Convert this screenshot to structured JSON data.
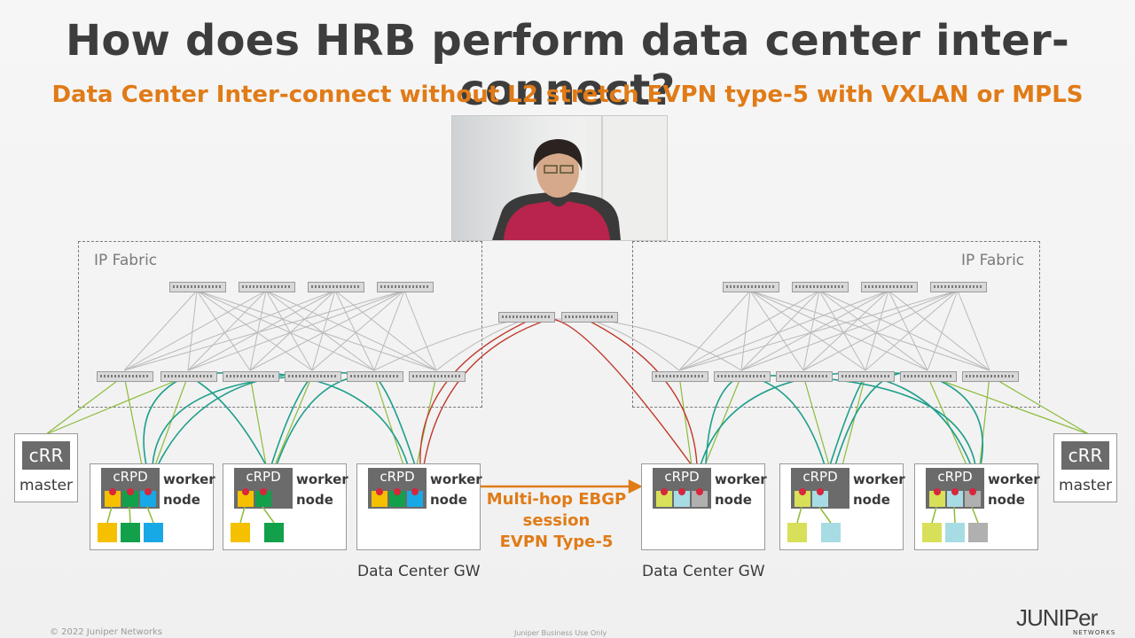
{
  "title": "How does HRB perform data center inter-connect?",
  "subtitle": "Data Center Inter-connect without L2 stretch EVPN type-5 with VXLAN or MPLS",
  "fabric_left_label": "IP Fabric",
  "fabric_right_label": "IP Fabric",
  "crr_label": "cRR",
  "crr_sub": "master",
  "crpd_label": "cRPD",
  "worker_line1": "worker",
  "worker_line2": "node",
  "gw_left": "Data Center GW",
  "gw_right": "Data Center GW",
  "ebgp_line1": "Multi-hop EBGP",
  "ebgp_line2": "session",
  "ebgp_line3": "EVPN Type-5",
  "footer_copyright": "© 2022 Juniper Networks",
  "footer_classification": "Juniper Business Use Only",
  "logo_text": "JUNIPer",
  "logo_subtext": "NETWORKS",
  "colors": {
    "title": "#3d3d3d",
    "accent": "#e07b17",
    "session_red": "#c0392b",
    "overlay_teal": "#1e9e8a",
    "underlay_green": "#8dbb3a"
  }
}
